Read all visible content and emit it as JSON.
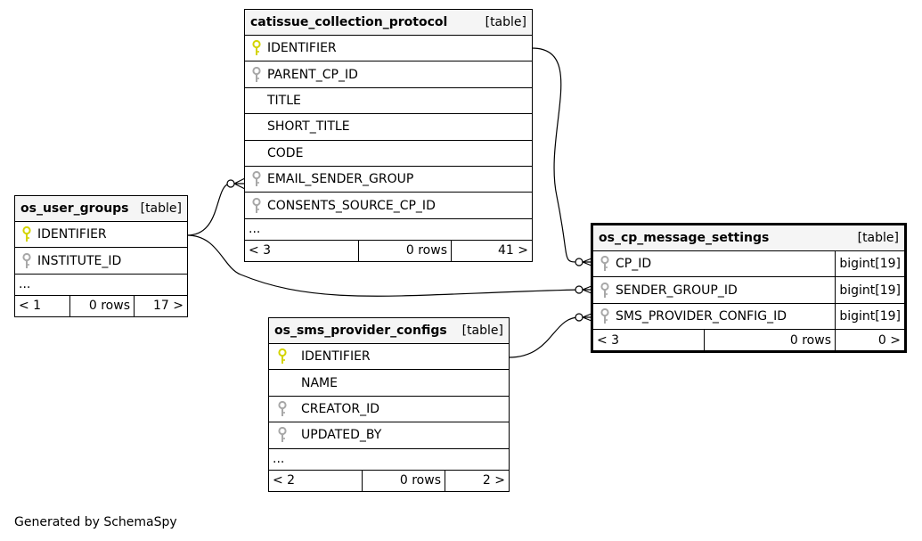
{
  "colors": {
    "primary_key": "#d4d400",
    "foreign_key": "#a8a8a8",
    "header_bg": "#f5f5f5"
  },
  "tables": {
    "catissue": {
      "name": "catissue_collection_protocol",
      "type": "[table]",
      "columns": [
        {
          "name": "IDENTIFIER",
          "icon": "primary-key-icon"
        },
        {
          "name": "PARENT_CP_ID",
          "icon": "foreign-key-icon"
        },
        {
          "name": "TITLE",
          "icon": ""
        },
        {
          "name": "SHORT_TITLE",
          "icon": ""
        },
        {
          "name": "CODE",
          "icon": ""
        },
        {
          "name": "EMAIL_SENDER_GROUP",
          "icon": "foreign-key-icon"
        },
        {
          "name": "CONSENTS_SOURCE_CP_ID",
          "icon": "foreign-key-icon"
        }
      ],
      "more": "...",
      "footer": {
        "parents": "< 3",
        "rows": "0 rows",
        "children": "41 >"
      }
    },
    "user_groups": {
      "name": "os_user_groups",
      "type": "[table]",
      "columns": [
        {
          "name": "IDENTIFIER",
          "icon": "primary-key-icon"
        },
        {
          "name": "INSTITUTE_ID",
          "icon": "foreign-key-icon"
        }
      ],
      "more": "...",
      "footer": {
        "parents": "< 1",
        "rows": "0 rows",
        "children": "17 >"
      }
    },
    "sms": {
      "name": "os_sms_provider_configs",
      "type": "[table]",
      "columns": [
        {
          "name": "IDENTIFIER",
          "icon": "primary-key-icon"
        },
        {
          "name": "NAME",
          "icon": ""
        },
        {
          "name": "CREATOR_ID",
          "icon": "foreign-key-icon"
        },
        {
          "name": "UPDATED_BY",
          "icon": "foreign-key-icon"
        }
      ],
      "more": "...",
      "footer": {
        "parents": "< 2",
        "rows": "0 rows",
        "children": "2 >"
      }
    },
    "msg": {
      "name": "os_cp_message_settings",
      "type": "[table]",
      "columns": [
        {
          "name": "CP_ID",
          "type": "bigint[19]",
          "icon": "foreign-key-icon"
        },
        {
          "name": "SENDER_GROUP_ID",
          "type": "bigint[19]",
          "icon": "foreign-key-icon"
        },
        {
          "name": "SMS_PROVIDER_CONFIG_ID",
          "type": "bigint[19]",
          "icon": "foreign-key-icon"
        }
      ],
      "footer": {
        "parents": "< 3",
        "rows": "0 rows",
        "children": "0 >"
      }
    }
  },
  "generated_by": "Generated by SchemaSpy"
}
